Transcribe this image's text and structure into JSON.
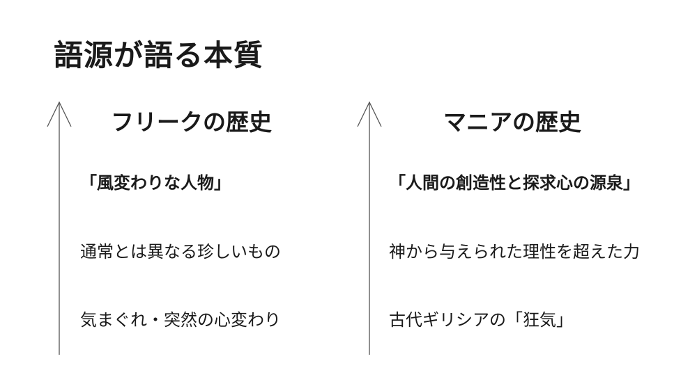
{
  "page": {
    "title": "語源が語る本質"
  },
  "columns": [
    {
      "heading": "フリークの歴史",
      "subtitle": "「風変わりな人物」",
      "items": [
        "通常とは異なる珍しいもの",
        "気まぐれ・突然の心変わり"
      ]
    },
    {
      "heading": "マニアの歴史",
      "subtitle": "「人間の創造性と探求心の源泉」",
      "items": [
        "神から与えられた理性を超えた力",
        "古代ギリシアの「狂気」"
      ]
    }
  ],
  "colors": {
    "text": "#1a1a1a",
    "arrow": "#555555",
    "background": "#ffffff"
  },
  "icons": {
    "timeline_arrow": "up-arrow-icon"
  }
}
